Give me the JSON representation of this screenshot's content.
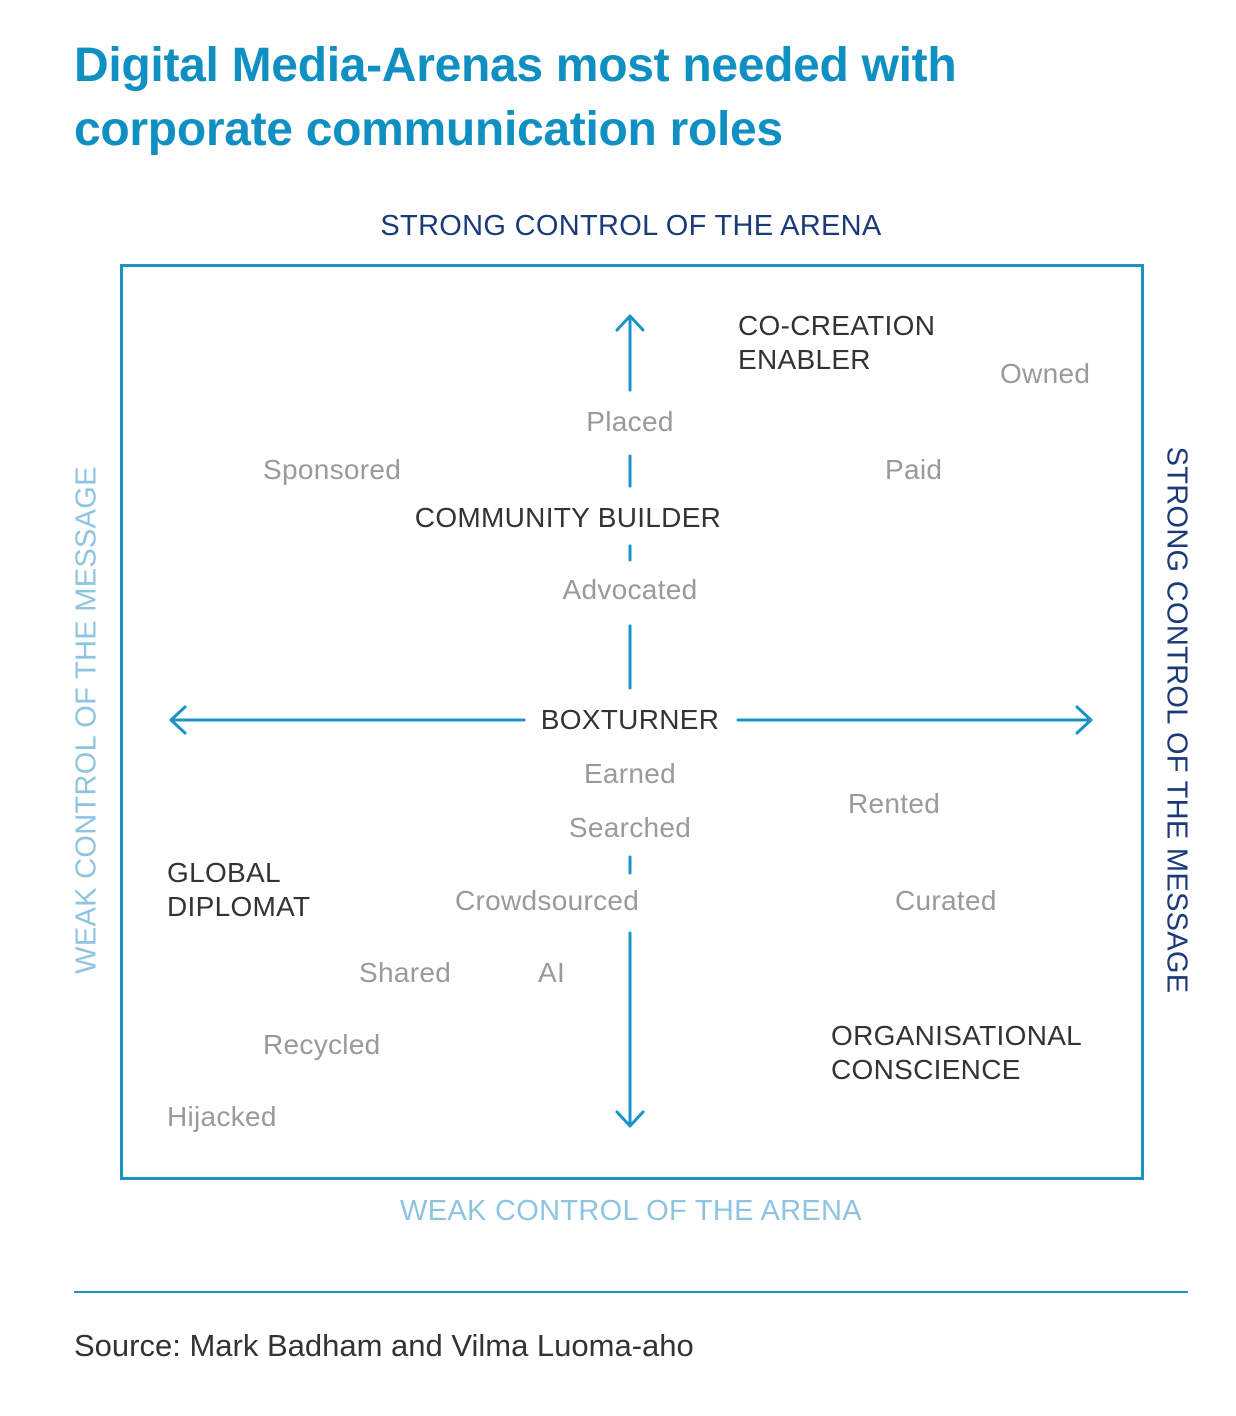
{
  "title": {
    "line1": "Digital Media-Arenas most needed with",
    "line2": "corporate communication roles"
  },
  "axes": {
    "top": "STRONG CONTROL OF THE ARENA",
    "bottom": "WEAK CONTROL OF THE ARENA",
    "left": "WEAK CONTROL OF THE MESSAGE",
    "right": "STRONG CONTROL OF THE MESSAGE"
  },
  "roles": {
    "co_creation_line1": "CO-CREATION",
    "co_creation_line2": "ENABLER",
    "community_builder": "COMMUNITY BUILDER",
    "boxturner": "BOXTURNER",
    "global_line1": "GLOBAL",
    "global_line2": "DIPLOMAT",
    "org_line1": "ORGANISATIONAL",
    "org_line2": "CONSCIENCE"
  },
  "media": {
    "owned": "Owned",
    "placed": "Placed",
    "sponsored": "Sponsored",
    "paid": "Paid",
    "advocated": "Advocated",
    "earned": "Earned",
    "rented": "Rented",
    "searched": "Searched",
    "crowdsourced": "Crowdsourced",
    "curated": "Curated",
    "shared": "Shared",
    "ai": "AI",
    "recycled": "Recycled",
    "hijacked": "Hijacked"
  },
  "colors": {
    "title": "#0f8fc2",
    "frame": "#1a93c7",
    "strong_axis": "#1b3a77",
    "weak_axis": "#8fc4e0",
    "media_text": "#9a9a9a",
    "role_text": "#333333"
  },
  "source": "Source: Mark Badham and Vilma Luoma-aho"
}
